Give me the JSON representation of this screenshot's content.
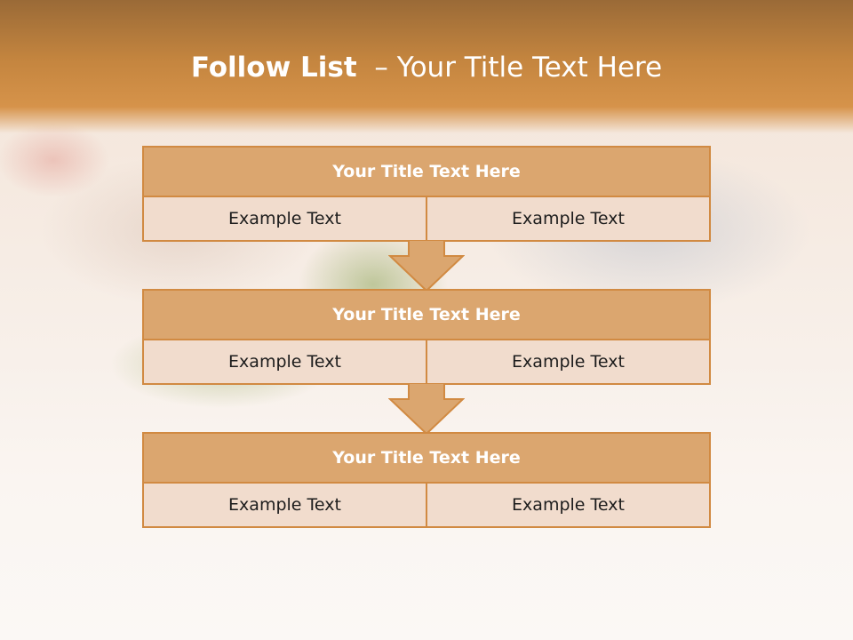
{
  "title": {
    "bold": "Follow List",
    "rest": "– Your Title Text Here"
  },
  "steps": [
    {
      "title": "Your Title Text Here",
      "left": "Example Text",
      "right": "Example Text"
    },
    {
      "title": "Your Title Text Here",
      "left": "Example Text",
      "right": "Example Text"
    },
    {
      "title": "Your Title Text Here",
      "left": "Example Text",
      "right": "Example Text"
    }
  ],
  "colors": {
    "header": "#c4853f",
    "box_border": "#d18a42",
    "box_title_fill": "#dba66f",
    "cell_fill": "#f1dccd",
    "arrow_fill": "#dba66f"
  },
  "icons": [
    "down-arrow-icon",
    "down-arrow-icon"
  ]
}
